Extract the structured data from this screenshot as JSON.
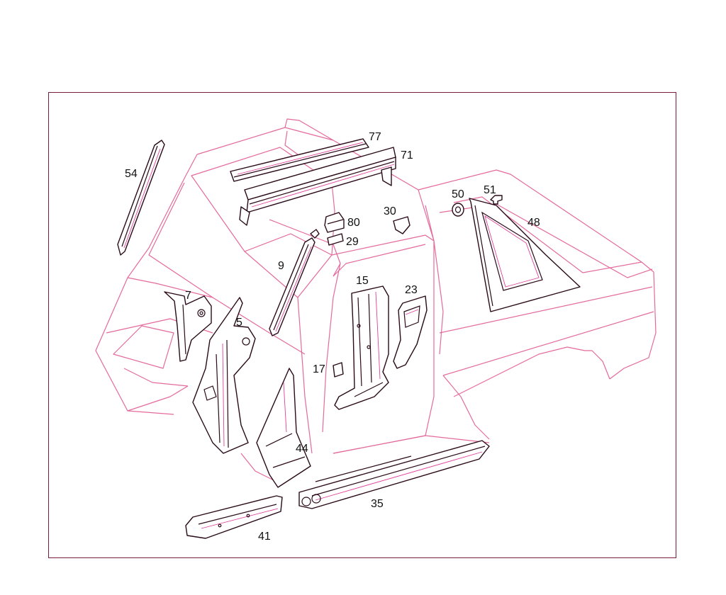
{
  "colors": {
    "frame": "#7a1c3c",
    "body_outline": "#e46a9c",
    "part_outline": "#2a0a18",
    "part_highlight": "#e0409a",
    "label": "#111111",
    "background": "#ffffff"
  },
  "callouts": {
    "c77": "77",
    "c71": "71",
    "c54": "54",
    "c50": "50",
    "c51": "51",
    "c30": "30",
    "c80": "80",
    "c29": "29",
    "c48": "48",
    "c9": "9",
    "c15": "15",
    "c23": "23",
    "c7": "7",
    "c5": "5",
    "c17": "17",
    "c44": "44",
    "c35": "35",
    "c41": "41"
  }
}
